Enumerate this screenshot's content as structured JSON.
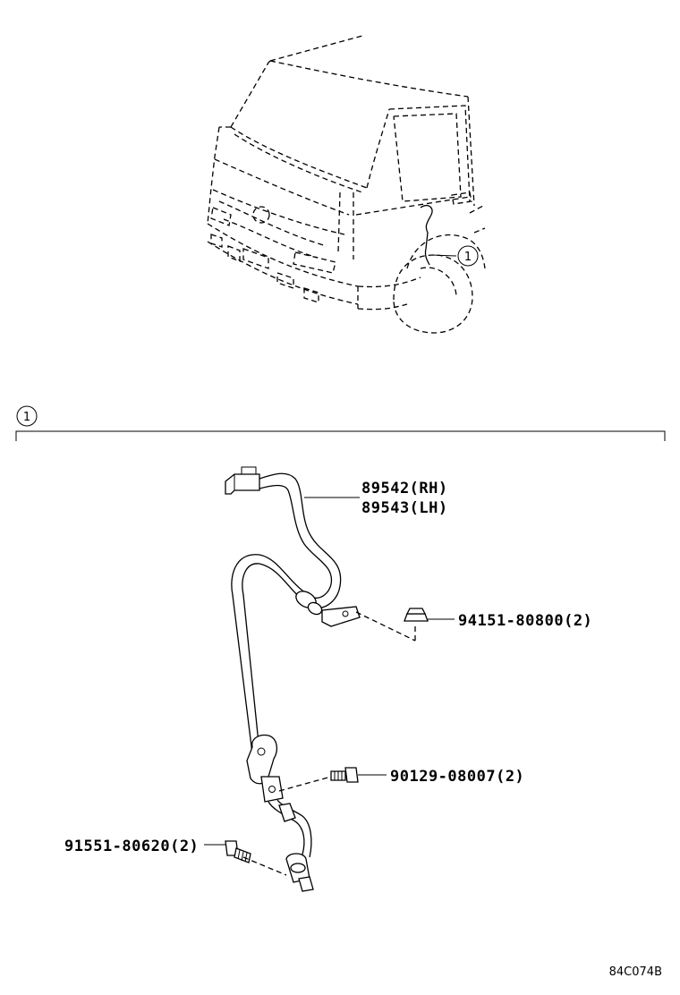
{
  "callout": {
    "number": "1"
  },
  "parts": {
    "sensor_rh": "89542(RH)",
    "sensor_lh": "89543(LH)",
    "nut": "94151-80800(2)",
    "bolt_upper": "90129-08007(2)",
    "bolt_lower": "91551-80620(2)"
  },
  "footer": {
    "code": "84C074B"
  }
}
